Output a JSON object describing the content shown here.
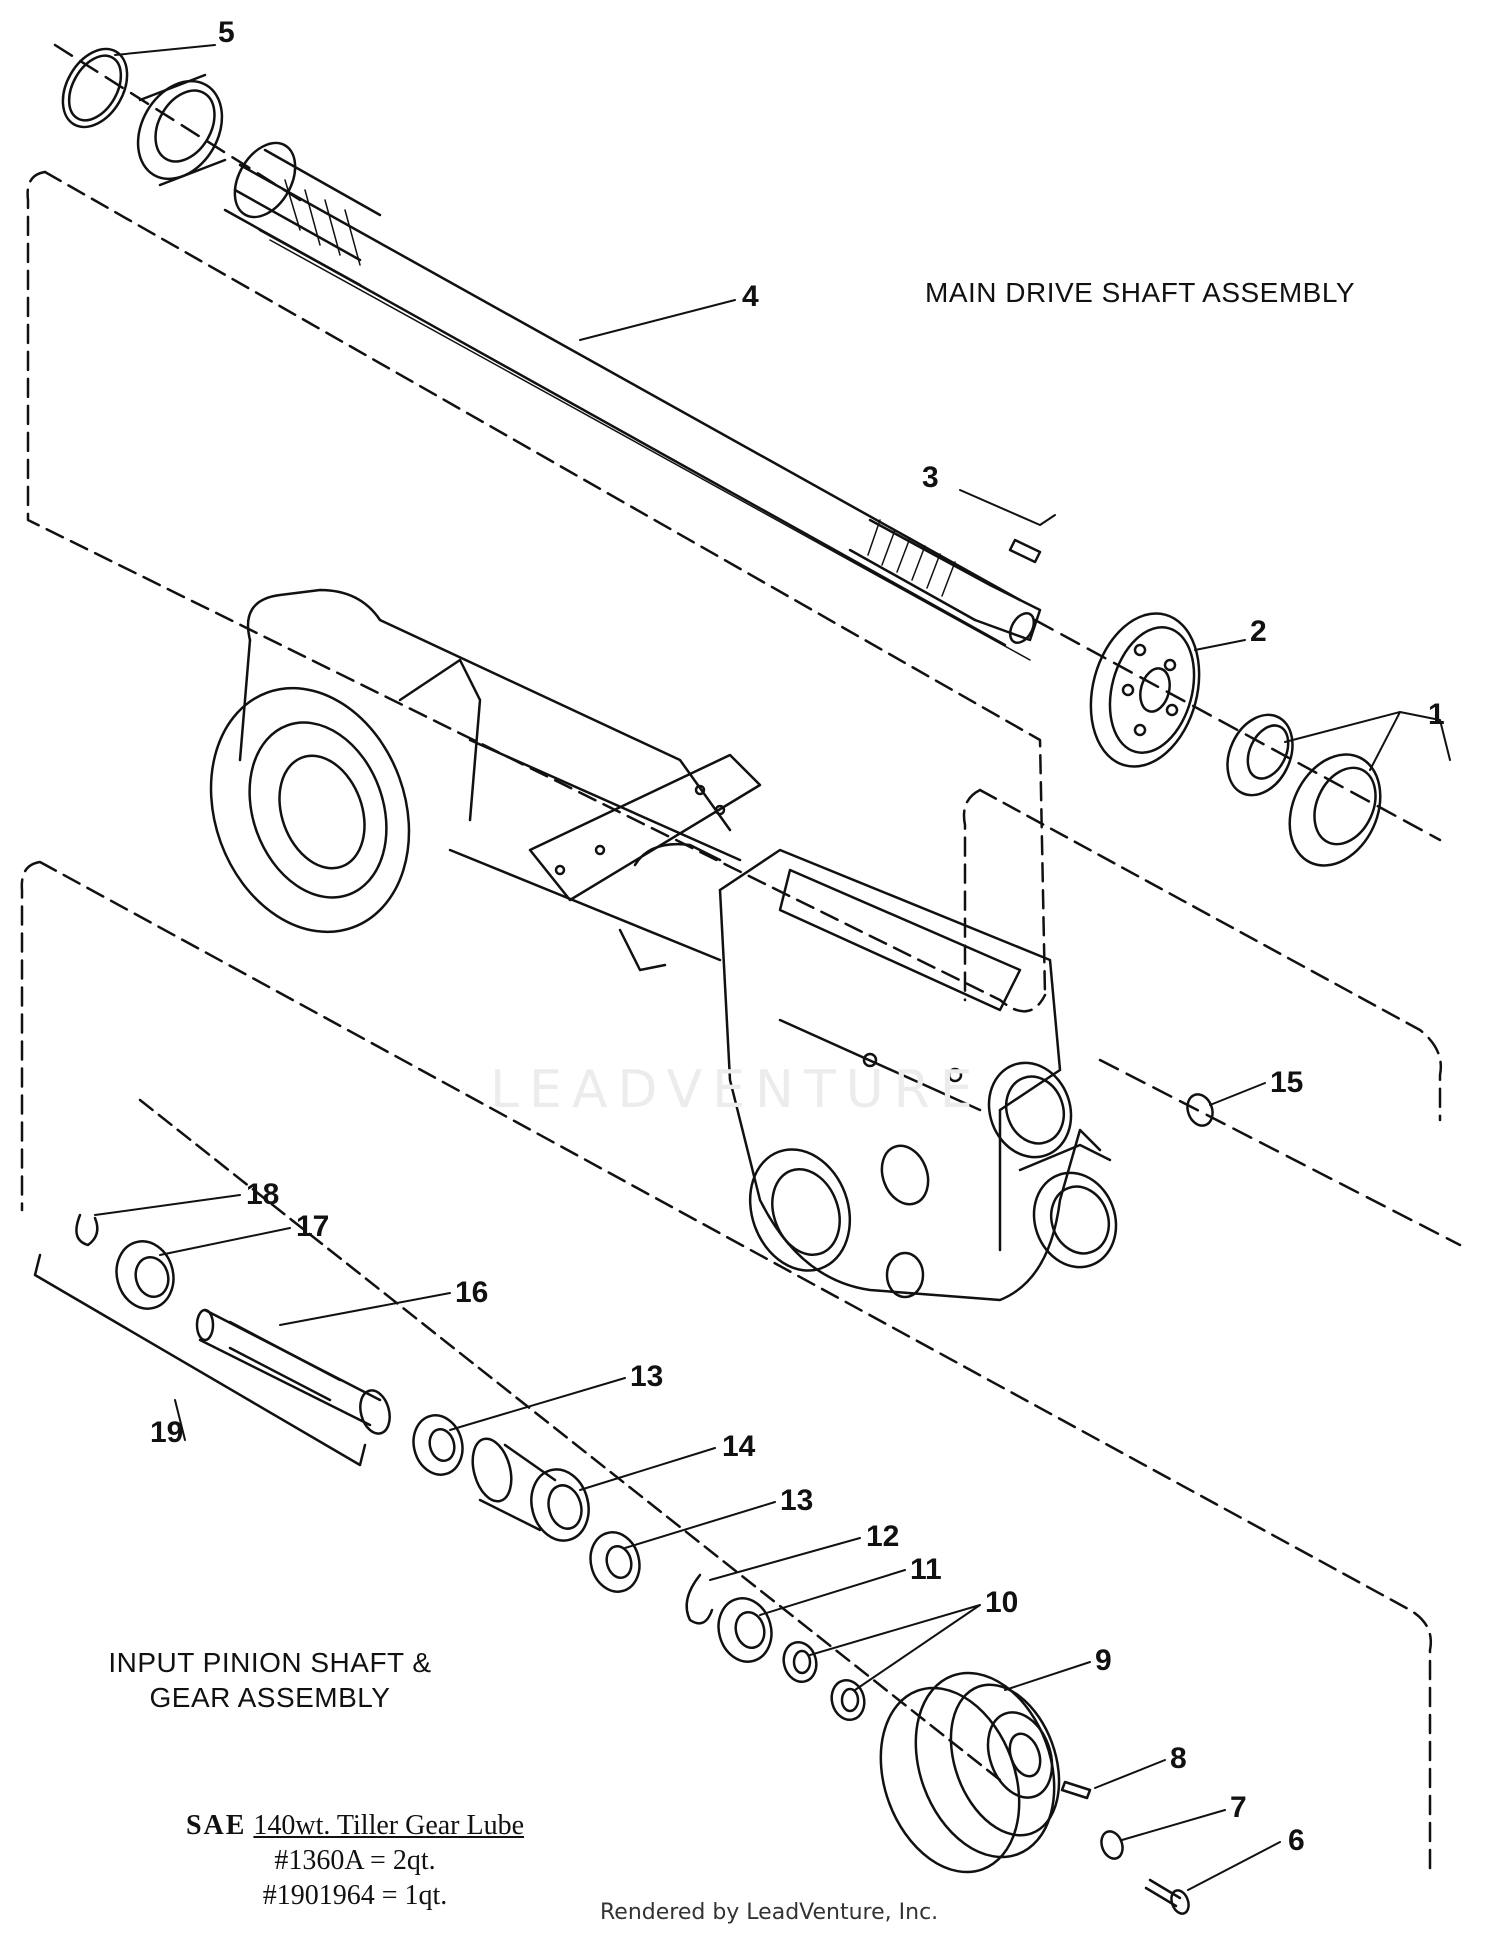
{
  "titles": {
    "main_drive": "MAIN DRIVE SHAFT ASSEMBLY",
    "input_pinion_line1": "INPUT PINION SHAFT &",
    "input_pinion_line2": "GEAR ASSEMBLY"
  },
  "lube": {
    "sae_prefix": "SAE",
    "line1": "140wt. Tiller Gear Lube",
    "line2": "#1360A = 2qt.",
    "line3": "#1901964 = 1qt."
  },
  "watermark": "LEADVENTURE",
  "footer": "Rendered by LeadVenture, Inc.",
  "callouts": [
    "1",
    "2",
    "3",
    "4",
    "5",
    "6",
    "7",
    "8",
    "9",
    "10",
    "11",
    "12",
    "13",
    "13",
    "14",
    "15",
    "16",
    "17",
    "18",
    "19"
  ],
  "colors": {
    "ink": "#111111",
    "watermark": "#ececec"
  }
}
